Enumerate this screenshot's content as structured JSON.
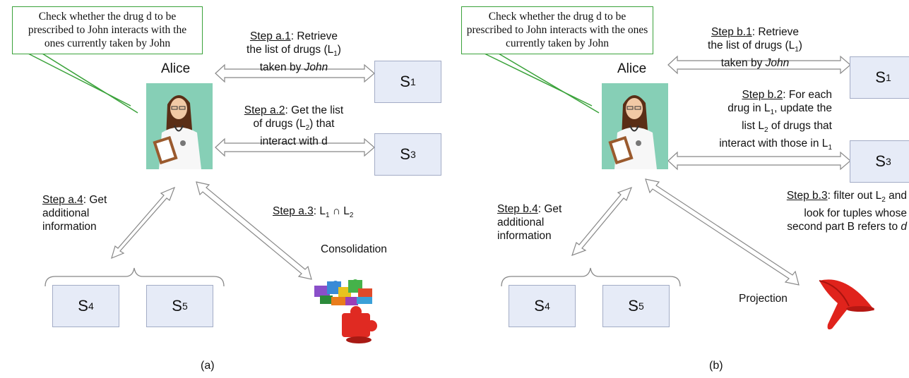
{
  "panels": [
    {
      "callout": "Check whether the drug d to be prescribed to John interacts with the ones currently taken by John",
      "actor": "Alice",
      "sources": {
        "s1": {
          "base": "S",
          "sub": "1"
        },
        "s3": {
          "base": "S",
          "sub": "3"
        },
        "s4": {
          "base": "S",
          "sub": "4"
        },
        "s5": {
          "base": "S",
          "sub": "5"
        }
      },
      "step1": {
        "id": "Step a.1",
        "lines": [
          ": Retrieve",
          "the list of drugs (L",
          "1",
          ")",
          "taken by ",
          "John"
        ]
      },
      "step2": {
        "id": "Step a.2",
        "lines": [
          ": Get the list",
          "of drugs (L",
          "2",
          ") that",
          "interact with d"
        ]
      },
      "step3": {
        "id": "Step a.3",
        "text": ": L",
        "sub1": "1",
        "op": " ∩ L",
        "sub2": "2"
      },
      "step4": {
        "id": "Step a.4",
        "rest": ": Get",
        "lines": [
          "additional",
          "information"
        ]
      },
      "tool": "Consolidation",
      "caption": "(a)"
    },
    {
      "callout": "Check whether the drug d to be prescribed to John interacts with the ones currently taken by John",
      "actor": "Alice",
      "sources": {
        "s1": {
          "base": "S",
          "sub": "1"
        },
        "s3": {
          "base": "S",
          "sub": "3"
        },
        "s4": {
          "base": "S",
          "sub": "4"
        },
        "s5": {
          "base": "S",
          "sub": "5"
        }
      },
      "step1": {
        "id": "Step b.1",
        "lines": [
          ": Retrieve",
          "the list of drugs (L",
          "1",
          ")",
          "taken by ",
          "John"
        ]
      },
      "step2": {
        "id": "Step b.2",
        "lines": [
          ": For each",
          "drug in L",
          "1",
          ", update the",
          "list L",
          "2",
          " of drugs that",
          "interact with those in L",
          "1"
        ]
      },
      "step3": {
        "id": "Step b.3",
        "lines": [
          ": filter out L",
          "2",
          " and",
          "look for tuples whose",
          "second part B refers to ",
          "d"
        ]
      },
      "step4": {
        "id": "Step b.4",
        "rest": ": Get",
        "lines": [
          "additional",
          "information"
        ]
      },
      "tool": "Projection",
      "caption": "(b)"
    }
  ]
}
